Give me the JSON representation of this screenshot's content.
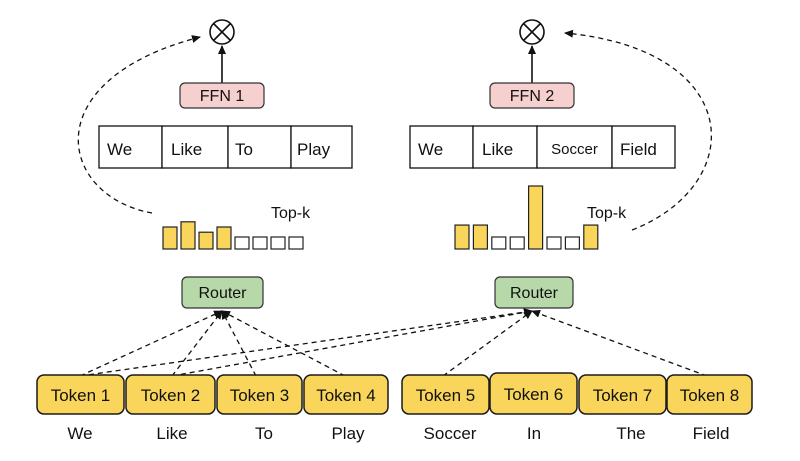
{
  "experts": [
    {
      "ffn_label": "FFN 1",
      "router_label": "Router",
      "topk_label": "Top-k",
      "selected_words": [
        "We",
        "Like",
        "To",
        "Play"
      ],
      "router_scores": [
        0.55,
        0.68,
        0.42,
        0.55,
        0,
        0,
        0,
        0
      ],
      "score_filled": [
        true,
        true,
        true,
        true,
        false,
        false,
        false,
        false
      ]
    },
    {
      "ffn_label": "FFN 2",
      "router_label": "Router",
      "topk_label": "Top-k",
      "selected_words": [
        "We",
        "Like",
        "Soccer",
        "Field"
      ],
      "router_scores": [
        0.38,
        0.38,
        0,
        0,
        1.0,
        0,
        0,
        0.38
      ],
      "score_filled": [
        true,
        true,
        false,
        false,
        true,
        false,
        false,
        true
      ]
    }
  ],
  "tokens": [
    {
      "label": "Token 1",
      "word": "We"
    },
    {
      "label": "Token 2",
      "word": "Like"
    },
    {
      "label": "Token 3",
      "word": "To"
    },
    {
      "label": "Token 4",
      "word": "Play"
    },
    {
      "label": "Token 5",
      "word": "Soccer"
    },
    {
      "label": "Token 6",
      "word": "In"
    },
    {
      "label": "Token 7",
      "word": "The"
    },
    {
      "label": "Token 8",
      "word": "Field"
    }
  ],
  "colors": {
    "token_fill": "#f9d55b",
    "token_stroke": "#1a1a1a",
    "ffn_fill": "#f6cfcf",
    "router_fill": "#b7d8a8",
    "bar_fill": "#f9d55b"
  },
  "icons": {
    "combine": "circled-times-icon"
  }
}
